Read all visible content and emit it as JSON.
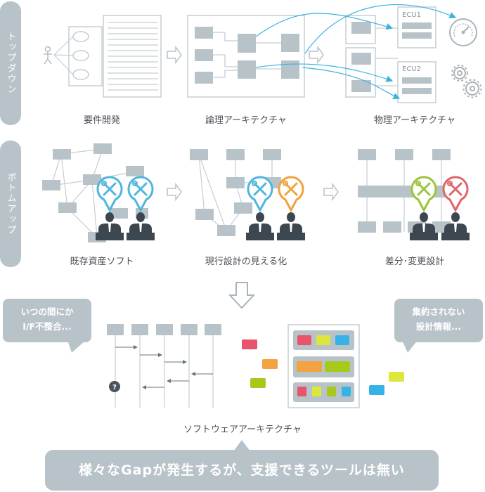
{
  "rows": {
    "top_down_label": "トップダウン",
    "bottom_up_label": "ボトムアップ"
  },
  "captions": {
    "requirements": "要件開発",
    "logical_arch": "論理アーキテクチャ",
    "physical_arch": "物理アーキテクチャ",
    "legacy_software": "既存資産ソフト",
    "visualize_current": "現行設計の見える化",
    "diff_change": "差分･変更設計",
    "software_arch": "ソフトウェアアーキテクチャ"
  },
  "ecu_labels": [
    "ECU1",
    "ECU2"
  ],
  "bubbles": {
    "left": [
      "いつの間にか",
      "I/F不整合..."
    ],
    "right": [
      "集約されない",
      "設計情報..."
    ]
  },
  "unknown_marker": "?",
  "banner": "様々なGapが発生するが、支援できるツールは無い",
  "colors": {
    "pill": "#b8c3c9",
    "box": "#b8c3c9",
    "line": "#c5cdd2",
    "blue_arrow": "#3bb3e0",
    "pin_blue": "#4fb6dd",
    "pin_orange": "#f2a23b",
    "pin_green": "#9cc43a",
    "pin_red": "#e0646b",
    "chip_red": "#e8546b",
    "chip_yellow": "#dde63a",
    "chip_blue": "#36b3e6",
    "chip_orange": "#f2a240",
    "chip_green": "#a7c91c"
  },
  "icons": [
    "actor-icon",
    "speedometer-icon",
    "gears-icon",
    "wrench-screwdriver-icon",
    "engineer-icon",
    "flow-arrow-icon",
    "down-arrow-icon"
  ]
}
